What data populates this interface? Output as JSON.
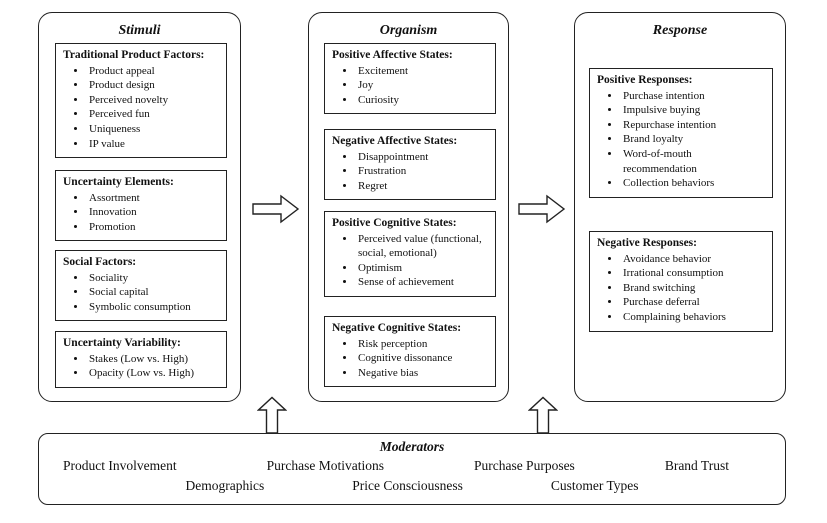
{
  "columns": [
    {
      "title": "Stimuli",
      "boxes": [
        {
          "heading": "Traditional Product Factors:",
          "items": [
            "Product appeal",
            "Product design",
            "Perceived novelty",
            "Perceived fun",
            "Uniqueness",
            "IP value"
          ]
        },
        {
          "heading": "Uncertainty Elements:",
          "items": [
            "Assortment",
            "Innovation",
            "Promotion"
          ]
        },
        {
          "heading": "Social Factors:",
          "items": [
            "Sociality",
            "Social capital",
            "Symbolic consumption"
          ]
        },
        {
          "heading": "Uncertainty Variability:",
          "items": [
            "Stakes (Low vs. High)",
            "Opacity (Low vs. High)"
          ]
        }
      ]
    },
    {
      "title": "Organism",
      "boxes": [
        {
          "heading": "Positive Affective States:",
          "items": [
            "Excitement",
            "Joy",
            "Curiosity"
          ]
        },
        {
          "heading": "Negative Affective States:",
          "items": [
            "Disappointment",
            "Frustration",
            "Regret"
          ]
        },
        {
          "heading": "Positive Cognitive States:",
          "items": [
            "Perceived value (functional, social, emotional)",
            "Optimism",
            "Sense of achievement"
          ]
        },
        {
          "heading": "Negative Cognitive States:",
          "items": [
            "Risk perception",
            "Cognitive dissonance",
            "Negative bias"
          ]
        }
      ]
    },
    {
      "title": "Response",
      "boxes": [
        {
          "heading": "Positive Responses:",
          "items": [
            "Purchase intention",
            "Impulsive buying",
            "Repurchase intention",
            "Brand loyalty",
            "Word-of-mouth recommendation",
            "Collection behaviors"
          ]
        },
        {
          "heading": "Negative Responses:",
          "items": [
            "Avoidance behavior",
            "Irrational consumption",
            "Brand switching",
            "Purchase deferral",
            "Complaining behaviors"
          ]
        }
      ]
    }
  ],
  "moderators": {
    "title": "Moderators",
    "row1": [
      "Product Involvement",
      "Purchase Motivations",
      "Purchase Purposes",
      "Brand Trust"
    ],
    "row2": [
      "Demographics",
      "Price Consciousness",
      "Customer Types"
    ]
  },
  "colors": {
    "line": "#222222",
    "background": "#ffffff"
  }
}
